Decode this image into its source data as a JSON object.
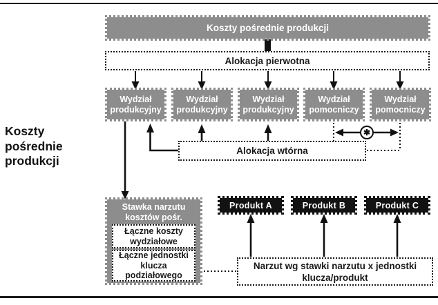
{
  "side_label": "Koszty pośrednie produkcji",
  "top_box": "Koszty pośrednie produkcji",
  "primary_allocation": "Alokacja pierwotna",
  "secondary_allocation": "Alokacja wtórna",
  "departments": [
    "Wydział produkcyjny",
    "Wydział produkcyjny",
    "Wydział produkcyjny",
    "Wydział pomocniczy",
    "Wydział pomocniczy"
  ],
  "mutual_allocation_symbol": "✱",
  "rate_box": {
    "header": "Stawka narzutu kosztów pośr.",
    "numerator": "Łączne koszty wydziałowe",
    "denominator": "Łączne jednostki klucza podziałowego"
  },
  "products": [
    "Produkt A",
    "Produkt B",
    "Produkt C"
  ],
  "markup_box": "Narzut wg stawki narzutu x jednostki klucza/produkt",
  "colors": {
    "box_gray": "#8d8d8d",
    "box_black": "#121212",
    "line": "#111111",
    "rule": "#1c1c1c"
  }
}
